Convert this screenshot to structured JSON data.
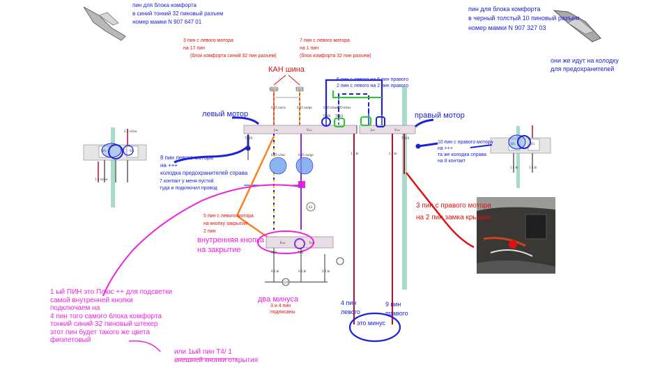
{
  "notes": {
    "pin_comfort_small": [
      "пин для блока комфорта",
      "в синий тонкий 32 пиновый разъем",
      "номер  мамки  N 907 647 01"
    ],
    "pin_comfort_big": [
      "пин для блока комфорта",
      "в черный толстый 10 пиновый разъем",
      "номер мамки N 907 327 03"
    ],
    "fuse_block_note": [
      "они же  идут на колодку",
      "для предохранителей"
    ],
    "left_motor_pin3": [
      "3 пин с левого мотора",
      "на  17 пин",
      "(блок комфорта  синий 32 пин разъем)"
    ],
    "left_motor_pin7": [
      "7 пин с левого мотора",
      "на 1 пин",
      "(блок комфорта 32 пин разъем)"
    ],
    "can_bus": "КАН  шина",
    "pin6_note": [
      "6 пин с левого  на  6 пин правого",
      "2 пин с левого на 2 пин правого"
    ],
    "left_motor": "левый мотор",
    "right_motor": "правый мотор",
    "left_pin8": [
      "8 пин левого мотора",
      "на +++",
      "колодка предохранителей справа"
    ],
    "contact7": [
      "7 контакт у меня  пустой",
      "туда и подключил провод"
    ],
    "right_pin10": [
      "10 пин с правого мотора",
      "на +++",
      "та же колодка справа",
      "на 8 контакт"
    ],
    "right_pin3": [
      "3 пин с правого мотора",
      "на 2 пин замка крышки"
    ],
    "left_pin5": [
      "5 пин с левого мотора",
      "на кнопку закрытия",
      "2 пин"
    ],
    "inner_button": [
      "внутренняя кнопка",
      "на закрытие"
    ],
    "two_minus": "два минуса",
    "signed_34": [
      "3   и   4   пин",
      "подписаны"
    ],
    "pin4_left": [
      "4 пин",
      "левого"
    ],
    "pin9_right": [
      "9 пин",
      "правого"
    ],
    "this_minus": "это минус",
    "first_pin_note": [
      "1 ый ПИН  это Плюс ++  для подсветки",
      "самой внутренней кнопки",
      "подключаем  на",
      "4 пин  того самого блока комфорта",
      "тонкий синий 32 пиновый штекер",
      "этот пин будет такого же цвета",
      "фиолетовый"
    ],
    "or_first_pin": [
      "или 1ый  пин   T4/ 1",
      "внешней кнопки открытия"
    ]
  },
  "schematic": {
    "fuse_left": [
      "SF₄",
      "SF₂"
    ],
    "fuse_right": [
      "SF₄",
      "SF₂"
    ],
    "left_block": [
      "J₃₈₆",
      "V₂₁₄"
    ],
    "right_block": [
      "J₃₈₇",
      "V₂₁₄"
    ],
    "switch_block": [
      "E₃₁₈",
      "E₄₂₈"
    ],
    "ground_marks": [
      "43",
      "119"
    ],
    "wire_sizes": [
      "0.35 sw/ro",
      "0.35 sw/ge",
      "0.35 bl/ws",
      "0.35 bl/ws",
      "1.5 br",
      "1.5 br",
      "2.5 ro/sw",
      "1.5 ro/sw",
      "0.35 vi/ws",
      "0.35 sw/ge",
      "0.5 br",
      "0.5 br",
      "0.5 br",
      "1.5 br",
      "1.5 br"
    ],
    "connector_tags": [
      "T32/17",
      "T32/1",
      "T18/6",
      "T18/2",
      "T10/5",
      "T10/3",
      "T4/2",
      "T4/1"
    ]
  },
  "colors": {
    "blue_ink": "#1a22d8",
    "red_ink": "#e01010",
    "magenta_ink": "#ee22dd",
    "green_ink": "#22cc22",
    "orange_wire": "#ff7a1a",
    "purple_wire": "#8a2be2",
    "dark_red_wire": "#b01020",
    "ground_bar": "#a8dcc8",
    "bubble_fill": "#8ab4f0"
  }
}
